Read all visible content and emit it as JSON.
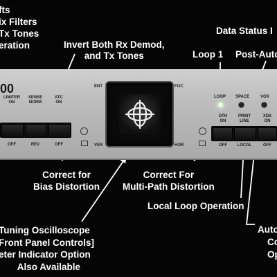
{
  "annotations": {
    "top_left": [
      "fts",
      "ix Filters",
      "Tx Tones",
      "eration"
    ],
    "invert": [
      "Invert Both Rx Demod,",
      "and Tx Tones"
    ],
    "data_status": "Data Status I",
    "loop1": "Loop 1",
    "post_autos": "Post-Autos",
    "correct_bias": [
      "Correct for",
      "Bias Distortion"
    ],
    "correct_multipath": [
      "Correct For",
      "Multi-Path Distortion"
    ],
    "local_loop": "Local Loop Operation",
    "tuning": [
      "Tuning Oscilloscope",
      "Front Panel Controls]",
      "eter Indicator Option",
      "Also Available"
    ],
    "auto_right": [
      "Auto",
      "Co",
      "Ope"
    ]
  },
  "panel": {
    "model_fragment": "00",
    "left_switches": {
      "top_labels": [
        "LIMITER\nON",
        "SENSE\nNORM",
        "ATC\nON"
      ],
      "bottom_labels": [
        "OFF",
        "REV",
        "OFF"
      ]
    },
    "scope_labels": {
      "ent": "ENT",
      "foc": "FOC",
      "ver": "VER",
      "hor": "HOR"
    },
    "indicators": [
      "LOOP",
      "SPACE",
      "VOX"
    ],
    "right_switches": {
      "top_labels": [
        "DTH\nON",
        "PRINT\nLINE",
        "XDS\nON"
      ],
      "bottom_labels": [
        "OFF",
        "LOCAL",
        "OFF"
      ]
    }
  },
  "colors": {
    "background": "#050505",
    "panel": "#bdbdbd",
    "text": "#ffffff",
    "led_green": "#d8f5d0",
    "led_red": "#ff5a3c"
  }
}
